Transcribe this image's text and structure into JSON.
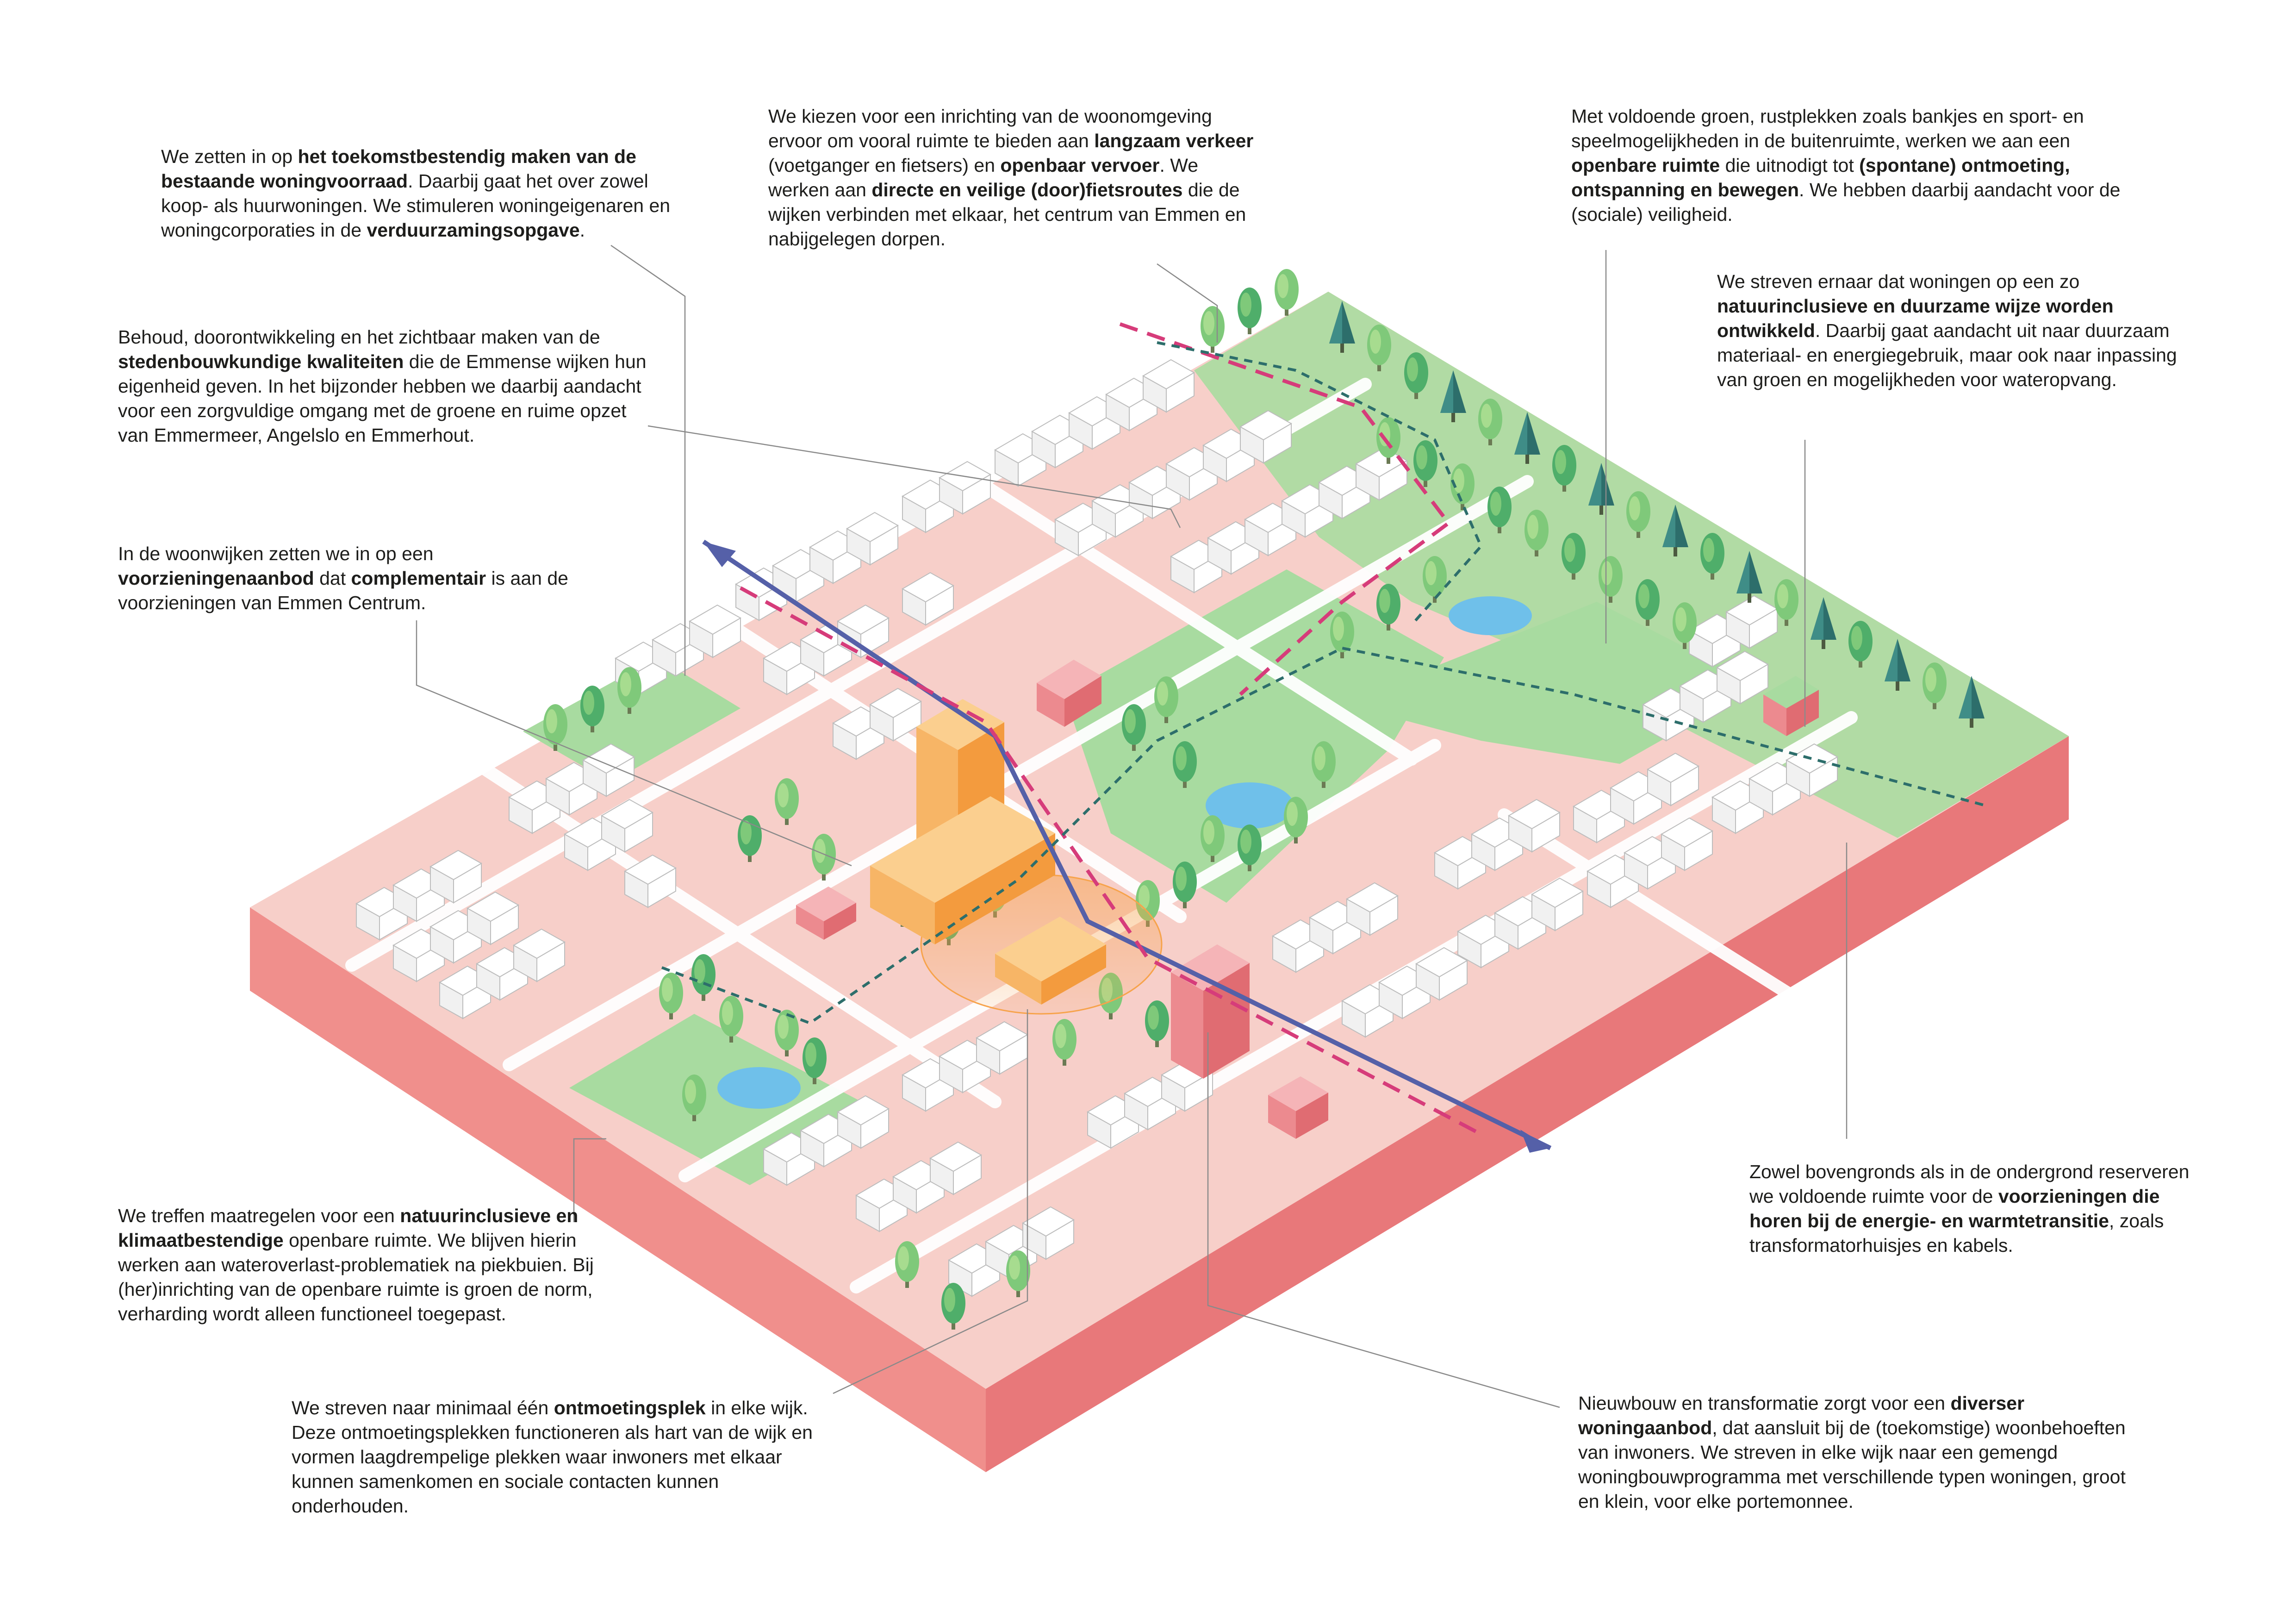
{
  "annotations": {
    "woningvoorraad": {
      "p1": "We zetten in op ",
      "b1": "het toekomstbestendig maken van de bestaande woningvoorraad",
      "p2": ". Daarbij gaat het over zowel koop- als huurwoningen. We stimuleren woningeigenaren en woningcorporaties in de ",
      "b2": "verduurzamingsopgave",
      "p3": "."
    },
    "stedenbouw": {
      "p1": "Behoud, doorontwikkeling en het zichtbaar maken van de ",
      "b1": "stedenbouwkundige kwaliteiten",
      "p2": " die de Emmense wijken hun eigenheid geven. In het bijzonder hebben we daarbij aandacht voor een zorgvuldige omgang met de groene en ruime opzet van Emmermeer, Angelslo en Emmerhout."
    },
    "voorzieningen": {
      "p1": "In de woonwijken zetten we in op een ",
      "b1": "voorzieningenaanbod",
      "p2": " dat ",
      "b2": "complementair",
      "p3": " is aan de voorzieningen van Emmen Centrum."
    },
    "verkeer": {
      "p1": "We kiezen voor een inrichting van de woonomgeving ervoor om vooral ruimte te bieden aan ",
      "b1": "langzaam verkeer",
      "p2": " (voetganger en fietsers) en ",
      "b2": "openbaar vervoer",
      "p3": ". We werken aan ",
      "b3": "directe en veilige (door)fietsroutes",
      "p4": " die de wijken verbinden met elkaar, het centrum van Emmen en nabijgelegen dorpen."
    },
    "groen": {
      "p1": "Met voldoende groen, rustplekken zoals bankjes en sport- en speelmogelijkheden in de buitenruimte, werken we aan een ",
      "b1": "openbare ruimte",
      "p2": " die uitnodigt tot ",
      "b2": "(spontane) ontmoeting, ontspanning en bewegen",
      "p3": ". We hebben daarbij aandacht voor de (sociale) veiligheid."
    },
    "natuurinclusief_woningen": {
      "p1": "We streven ernaar dat woningen op een zo ",
      "b1": "natuurinclusieve en duurzame wijze worden ontwikkeld",
      "p2": ". Daarbij gaat aandacht uit naar duurzaam materiaal- en energiegebruik, maar ook naar inpassing van groen en mogelijkheden voor wateropvang."
    },
    "energie": {
      "p1": "Zowel bovengronds als in de ondergrond reserveren we voldoende ruimte voor de ",
      "b1": "voorzieningen die horen bij de energie- en warmtetransitie",
      "p2": ", zoals transformatorhuisjes en kabels."
    },
    "klimaat": {
      "p1": "We treffen maatregelen voor een ",
      "b1": "natuurinclusieve en klimaatbestendige",
      "p2": " openbare ruimte. We blijven hierin werken aan wateroverlast-problematiek na piekbuien. Bij (her)inrichting van de openbare ruimte is groen de norm, verharding wordt alleen functioneel toegepast."
    },
    "ontmoeting": {
      "p1": "We streven naar minimaal één ",
      "b1": "ontmoetingsplek",
      "p2": " in elke wijk. Deze ontmoetingsplekken functioneren als hart van de wijk en vormen laagdrempelige plekken waar inwoners met elkaar kunnen samenkomen en sociale contacten kunnen onderhouden."
    },
    "nieuwbouw": {
      "p1": "Nieuwbouw en transformatie zorgt voor een ",
      "b1": "diverser woningaanbod",
      "p2": ", dat aansluit bij de (toekomstige) woonbehoeften van inwoners. We streven in elke wijk naar een gemengd woningbouwprogramma met verschillende typen woningen, groot en klein, voor elke portemonnee."
    }
  },
  "colors": {
    "base_top": "#f7cfc9",
    "base_side": "#f08f8c",
    "green": "#a8dba0",
    "water": "#6fc0ea",
    "tree": "#7fc97a",
    "tree_dark": "#2d6e6b",
    "route_blue": "#5560a8",
    "route_pink": "#d63c7a",
    "highlight_orange": "#f7a34b",
    "accent_red": "#e06c72"
  }
}
